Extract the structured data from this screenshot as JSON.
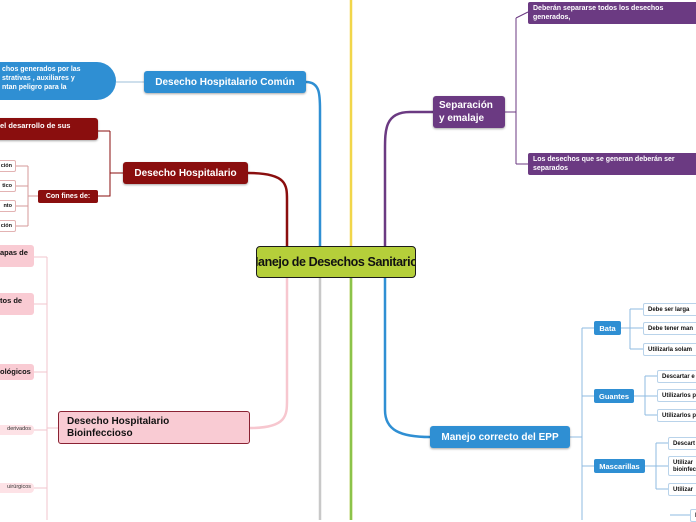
{
  "central": {
    "title": "Manejo de Desechos Sanitarios"
  },
  "left": {
    "comun": {
      "title": "Desecho Hospitalario Común",
      "description": "chos generados por las\nstrativas , auxiliares y\nntan peligro para la"
    },
    "hospitalario": {
      "title": "Desecho Hospitalario",
      "description": "el desarrollo de sus",
      "purpose_label": "Con fines de:",
      "purposes": [
        "ción",
        "tico",
        "nto",
        "ción"
      ]
    },
    "bioinfeccioso": {
      "title": "Desecho Hospitalario\nBioinfeccioso",
      "types": [
        "apas de",
        "tos de",
        "ológicos",
        "derivados",
        "uirúrgicos"
      ]
    }
  },
  "right": {
    "separacion": {
      "title": "Separación\ny emalaje",
      "items": [
        "Deberán separarse todos los desechos\ngenerados,",
        "Los desechos que se generan deberán ser\nseparados"
      ]
    },
    "epp": {
      "title": "Manejo correcto del EPP",
      "groups": [
        {
          "label": "Bata",
          "items": [
            "Debe ser larga",
            "Debe tener man",
            "Utilizarla solam"
          ]
        },
        {
          "label": "Guantes",
          "items": [
            "Descartar e",
            "Utilizarlos p",
            "Utilizarlos p"
          ]
        },
        {
          "label": "Mascarillas",
          "items": [
            "Descart",
            "Utilizar\nbioinfec",
            "Utilizar"
          ]
        },
        {
          "label": "",
          "items": [
            "D"
          ]
        }
      ]
    }
  },
  "colors": {
    "central": "#b5cf3a",
    "comun": "#2f8fd3",
    "hospitalario": "#8a0e0e",
    "bioinfeccioso": "#f9cbd3",
    "separacion": "#6b3a82",
    "epp": "#2f8fd3"
  }
}
